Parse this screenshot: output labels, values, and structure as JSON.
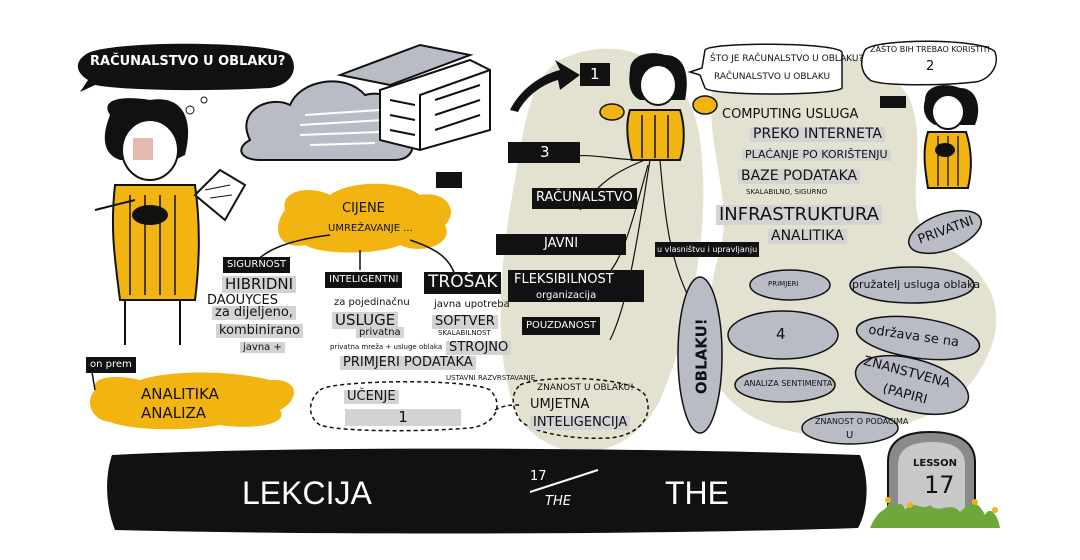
{
  "labels": {
    "racunalstvo_u_oblaku": "RAČUNALSTVO U OBLAKU?",
    "cijene": "CIJENE",
    "umrezavanje": "UMREŽAVANJE ...",
    "sigurnost": "SIGURNOST",
    "hibridni": "HIBRIDNI",
    "daouyces": "DAOUYCES",
    "za_dijeljeno": "za dijeljeno,",
    "kombinirano": "kombinirano",
    "javna_plus": "javna +",
    "inteligentni": "INTELIGENTNI",
    "za_pojedinacnu": "za pojedinačnu",
    "usluge": "USLUGE",
    "privatna": "privatna",
    "privatna_mreza": "privatna mreža + usluge oblaka",
    "trosak": "TROŠAK",
    "javna_upotreba": "javna upotreba",
    "softver": "SOFTVER",
    "skalabilnost": "SKALABILNOST",
    "strojno": "STROJNO",
    "primjeri_podataka": "PRIMJERI PODATAKA",
    "ustavni": "USTAVNI RAZVRSTAVANJE",
    "on_prem": "on prem",
    "analitika": "ANALITIKA",
    "analiza": "ANALIZA",
    "ucenje": "UČENJE",
    "one": "1",
    "znanost_u_oblaku": "ZNANOST U OBLAKU!",
    "umjetna": "UMJETNA",
    "inteligencija": "INTELIGENCIJA",
    "step_one": "1",
    "step_three": "3",
    "racunalstvo": "RAČUNALSTVO",
    "javni": "JAVNI",
    "fleksibilnost": "FLEKSIBILNOST",
    "organizacija": "organizacija",
    "pouzdanost": "POUZDANOST",
    "vlasnistvo": "u vlasništvu i upravljanju",
    "sto_je": "ŠTO JE RAČUNALSTVO U OBLAKU?",
    "racunalstvo_u_oblaku2": "RAČUNALSTVO U OBLAKU",
    "zasto_bih": "ZAŠTO BIH TREBAO KORISTITI",
    "two": "2",
    "computing_usluga": "COMPUTING USLUGA",
    "preko_interneta": "PREKO INTERNETA",
    "placanje": "PLAĆANJE PO KORIŠTENJU",
    "baze_podataka": "BAZE PODATAKA",
    "skalabilno": "SKALABILNO, SIGURNO",
    "infrastruktura": "INFRASTRUKTURA",
    "analitika2": "ANALITIKA",
    "privatni": "PRIVATNI",
    "tiny_tag": "PRIMJERI",
    "pruzatelj": "pružatelj usluga oblaka",
    "oblaku": "OBLAKU!",
    "four": "4",
    "odrzava": "održava se na",
    "analiza_sentimenta": "ANALIZA SENTIMENTA",
    "znanstvena": "ZNANSTVENA",
    "papiri": "(PAPIRI",
    "znanost_o_podacima": "ZNANOST O PODACIMA",
    "u": "U",
    "lekcija": "LEKCIJA",
    "seventeen": "17",
    "the_small": "THE",
    "the_big": "THE",
    "lesson": "LESSON",
    "lesson_num": "17"
  },
  "colors": {
    "yellow": "#f2b411",
    "beige": "#e3e1d0",
    "cloud_gray": "#b9bcc5",
    "ink": "#111111",
    "white": "#ffffff"
  },
  "icons": [
    "person-icon",
    "cloud-icon",
    "server-rack-icon",
    "arrow-icon",
    "tablet-icon",
    "tombstone-icon"
  ]
}
